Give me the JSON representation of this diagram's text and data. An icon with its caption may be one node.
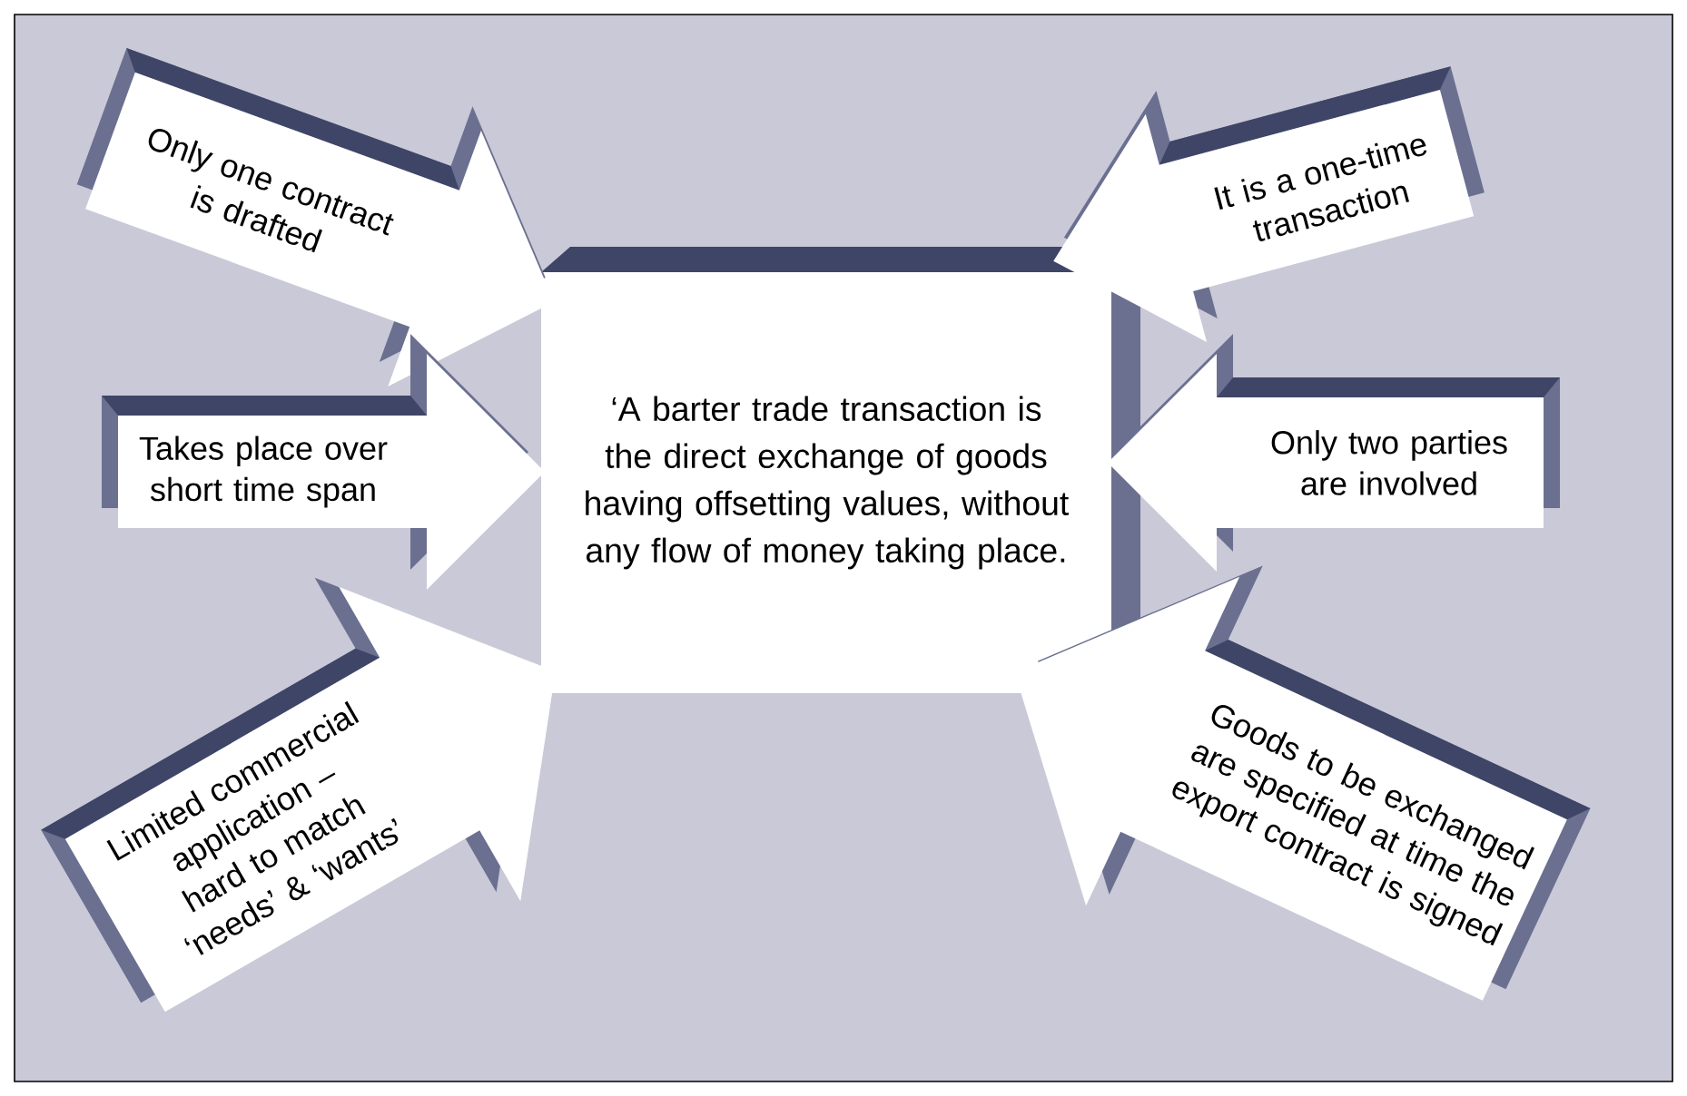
{
  "diagram": {
    "nodes": [
      {
        "text": [
          "‘A barter trade transaction is the direct exchange of goods having offsetting values, without any flow of money taking place."
        ]
      },
      {
        "text": [
          "Only one contract is drafted"
        ]
      },
      {
        "text": [
          "It is a one-time transaction"
        ]
      },
      {
        "text": [
          "Takes place over short time span"
        ]
      },
      {
        "text": [
          "Only two parties are involved"
        ]
      },
      {
        "text": [
          "Limited commercial application – hard to match ‘needs’ & ‘wants’"
        ]
      },
      {
        "text": [
          "Goods to be exchanged are specified at time the export contract is signed"
        ]
      }
    ]
  }
}
